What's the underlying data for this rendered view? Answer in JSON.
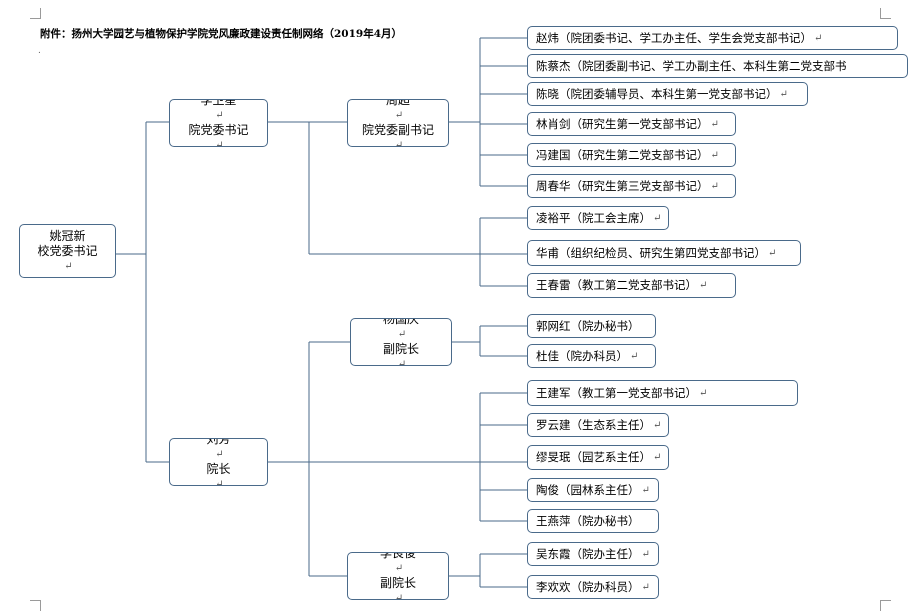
{
  "title": "附件：扬州大学园艺与植物保护学院党风廉政建设责任制网络（2019年4月）",
  "para_mark": "↵",
  "root": {
    "name": "姚冠新",
    "role": "校党委书记"
  },
  "secretary": {
    "name": "李卫星",
    "role": "院党委书记"
  },
  "deputy": {
    "name": "周超",
    "role": "院党委副书记"
  },
  "deputy_items": [
    "赵炜（院团委书记、学工办主任、学生会党支部书记）",
    "陈蔡杰（院团委副书记、学工办副主任、本科生第二党支部书",
    "陈晓（院团委辅导员、本科生第一党支部书记）",
    "林肖剑（研究生第一党支部书记）",
    "冯建国（研究生第二党支部书记）",
    "周春华（研究生第三党支部书记）"
  ],
  "secretary_items": [
    "凌裕平（院工会主席）",
    "华甫（组织纪检员、研究生第四党支部书记）",
    "王春雷（教工第二党支部书记）"
  ],
  "dean": {
    "name": "刘芳",
    "role": "院长"
  },
  "vice_dean_1": {
    "name": "杨国庆",
    "role": "副院长"
  },
  "vice1_items": [
    "郭网红（院办秘书）",
    "杜佳（院办科员）"
  ],
  "dean_items": [
    "王建军（教工第一党支部书记）",
    "罗云建（生态系主任）",
    "缪旻珉（园艺系主任）",
    "陶俊（园林系主任）",
    "王燕萍（院办秘书）"
  ],
  "vice_dean_2": {
    "name": "李良俊",
    "role": "副院长"
  },
  "vice2_items": [
    "吴东霞（院办主任）",
    "李欢欢（院办科员）"
  ]
}
